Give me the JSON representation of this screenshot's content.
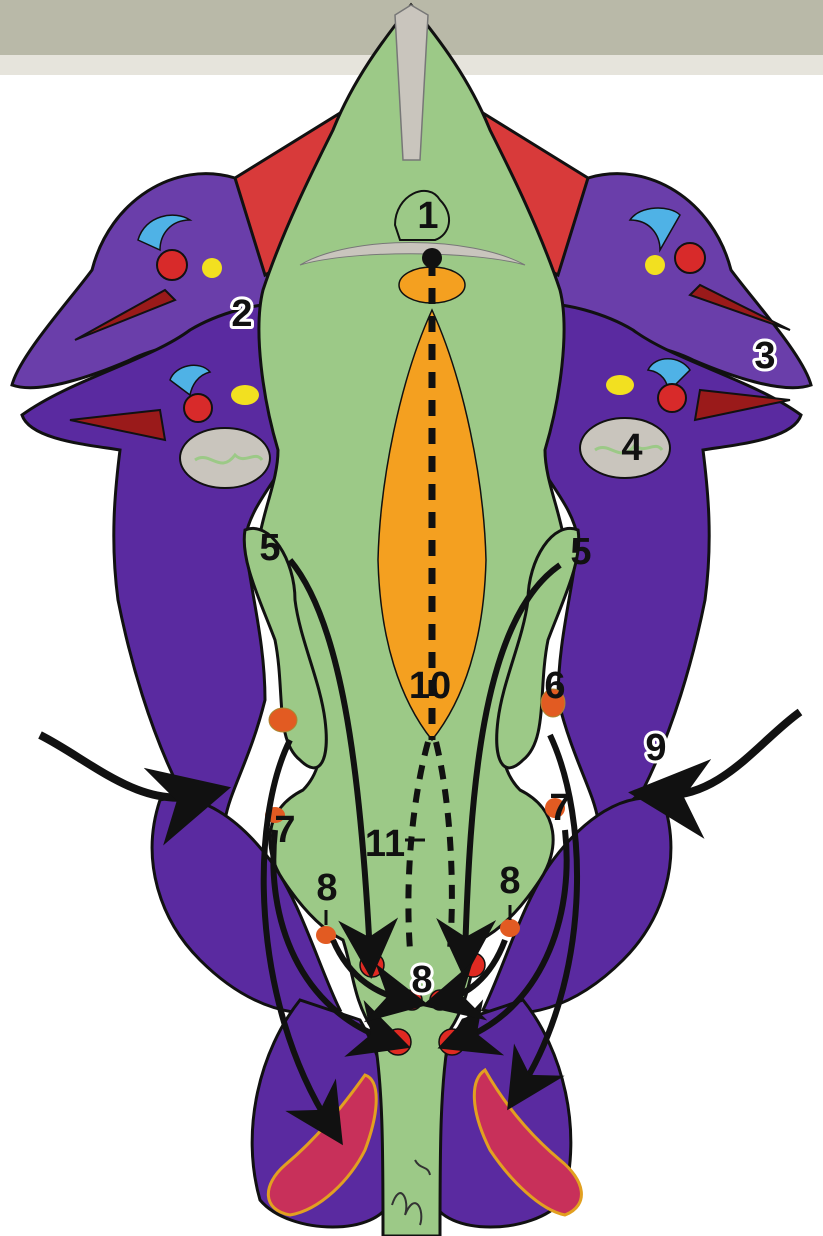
{
  "colors": {
    "background": "#ffffff",
    "green": "#9cc987",
    "purple": "#5a2aa0",
    "purple_light": "#7a5cb8",
    "red": "#d83a3a",
    "orange": "#f4a020",
    "outline": "#1a1a1a",
    "crimson": "#c8305a",
    "yellow": "#f2e020",
    "blue": "#4fb2e6",
    "grey": "#c9c5bd"
  },
  "labels": {
    "l1": "1",
    "l2": "2",
    "l3": "3",
    "l4": "4",
    "l5a": "5",
    "l5b": "5",
    "l6": "6",
    "l7a": "7",
    "l7b": "7",
    "l8a": "8",
    "l8b": "8",
    "l8c": "8",
    "l9": "9",
    "l10": "10",
    "l11": "11"
  },
  "signature": "artist-signature"
}
